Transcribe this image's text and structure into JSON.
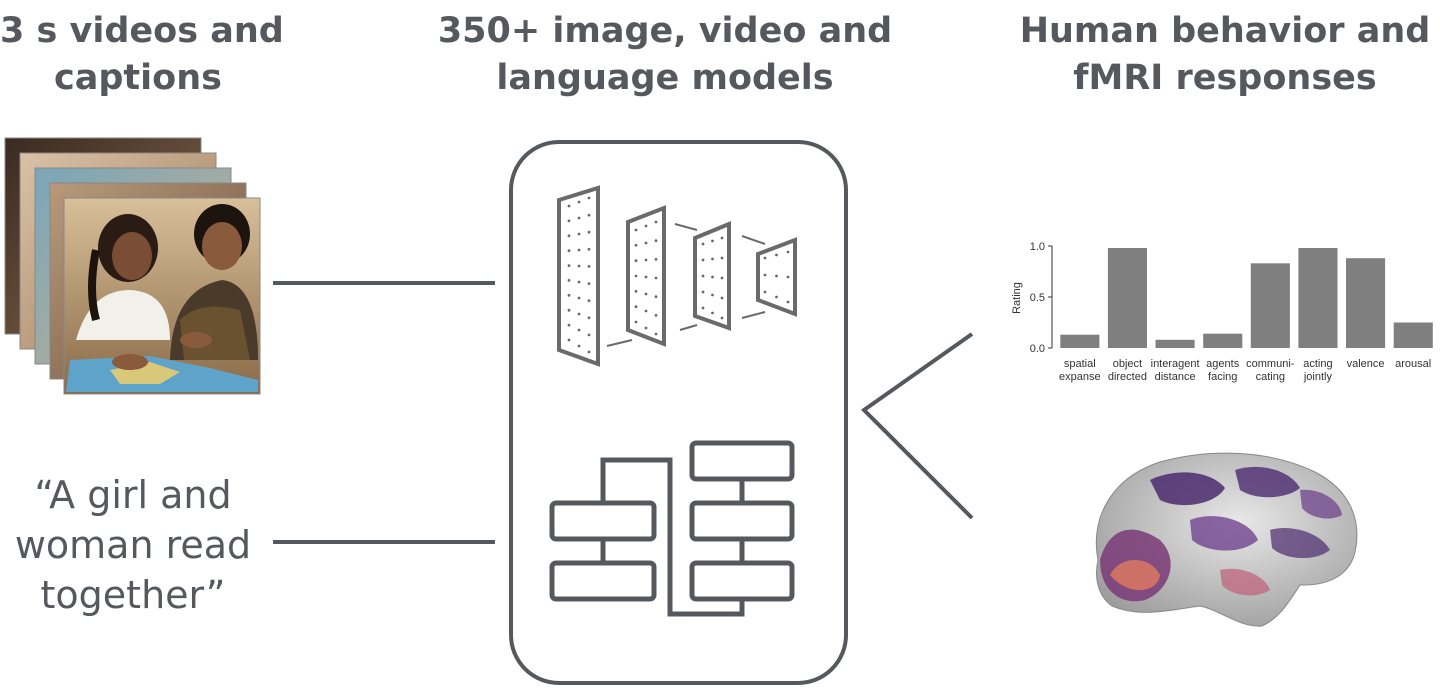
{
  "headings": {
    "inputs": [
      "3 s videos and",
      "captions"
    ],
    "models": [
      "350+ image, video and",
      "language models"
    ],
    "outputs": [
      "Human behavior and",
      "fMRI responses"
    ]
  },
  "caption_lines": [
    "“A girl and",
    "woman read",
    "together”"
  ],
  "colors": {
    "text": "#55595e",
    "lines": "#55595e",
    "bars": "#7f7f7f",
    "brain_base": "#c8c8c8",
    "brain_purple": "#4b2a6e",
    "brain_orange": "#e07a5f"
  },
  "icons": [
    "video-frames-stack",
    "cnn-layers-icon",
    "transformer-blocks-icon",
    "brain-surface"
  ],
  "chart_data": {
    "type": "bar",
    "ylabel": "Rating",
    "ylim": [
      0,
      1.0
    ],
    "yticks": [
      "0.0",
      "0.5",
      "1.0"
    ],
    "categories": [
      [
        "spatial",
        "expanse"
      ],
      [
        "object",
        "directed"
      ],
      [
        "interagent",
        "distance"
      ],
      [
        "agents",
        "facing"
      ],
      [
        "communi-",
        "cating"
      ],
      [
        "acting",
        "jointly"
      ],
      [
        "valence"
      ],
      [
        "arousal"
      ]
    ],
    "values": [
      0.13,
      0.98,
      0.08,
      0.14,
      0.83,
      0.98,
      0.88,
      0.25
    ]
  }
}
